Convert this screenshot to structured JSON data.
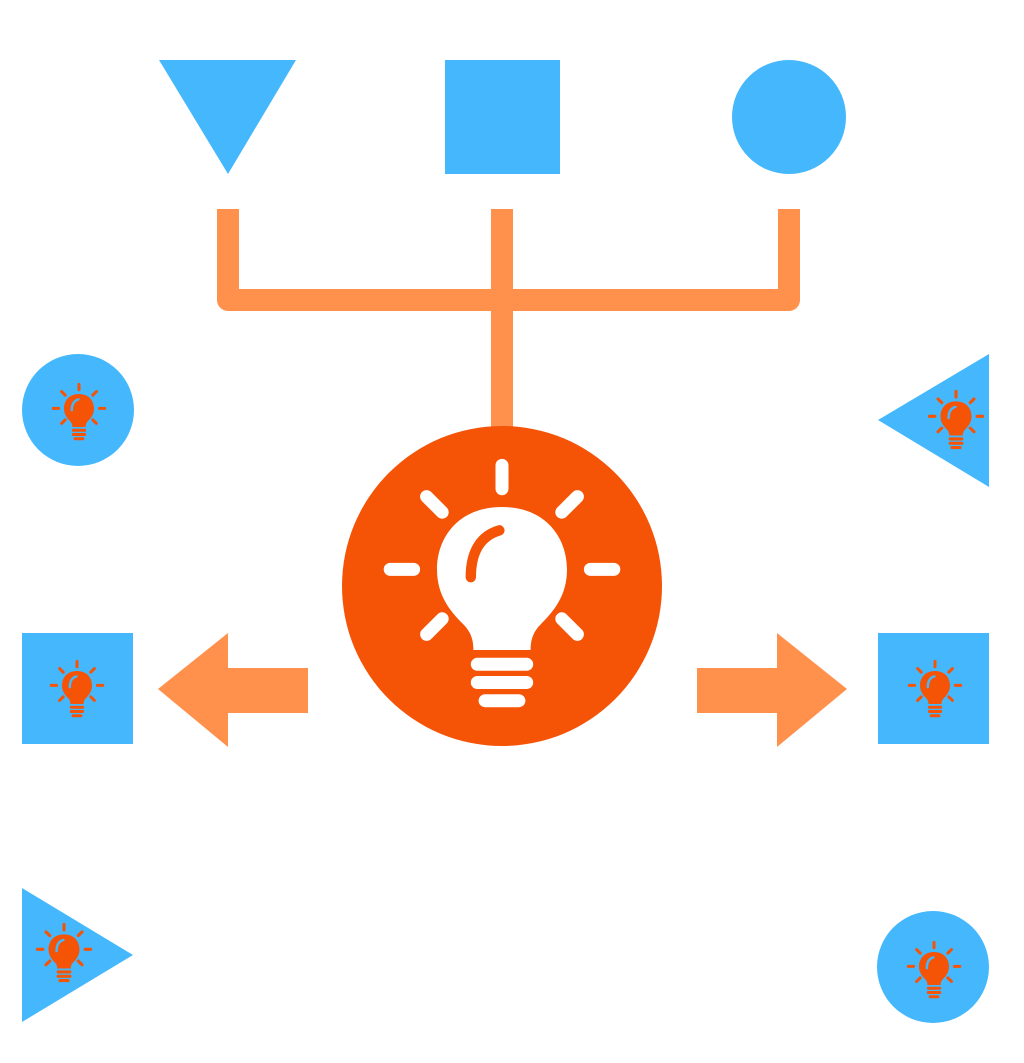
{
  "colors": {
    "background": "#ffffff",
    "shape_blue": "#45B8FD",
    "connector_orange": "#FF914D",
    "bulb_orange": "#F55306",
    "bulb_white": "#ffffff"
  },
  "top_shapes": [
    {
      "shape": "triangle-down"
    },
    {
      "shape": "square"
    },
    {
      "shape": "circle"
    }
  ],
  "central_node": {
    "icon": "lightbulb-icon"
  },
  "arrows": [
    {
      "direction": "left"
    },
    {
      "direction": "right"
    }
  ],
  "side_nodes": [
    {
      "shape": "circle",
      "icon": "lightbulb-icon",
      "side": "left"
    },
    {
      "shape": "square",
      "icon": "lightbulb-icon",
      "side": "left"
    },
    {
      "shape": "triangle-right",
      "icon": "lightbulb-icon",
      "side": "left"
    },
    {
      "shape": "triangle-left",
      "icon": "lightbulb-icon",
      "side": "right"
    },
    {
      "shape": "square",
      "icon": "lightbulb-icon",
      "side": "right"
    },
    {
      "shape": "circle",
      "icon": "lightbulb-icon",
      "side": "right"
    }
  ]
}
